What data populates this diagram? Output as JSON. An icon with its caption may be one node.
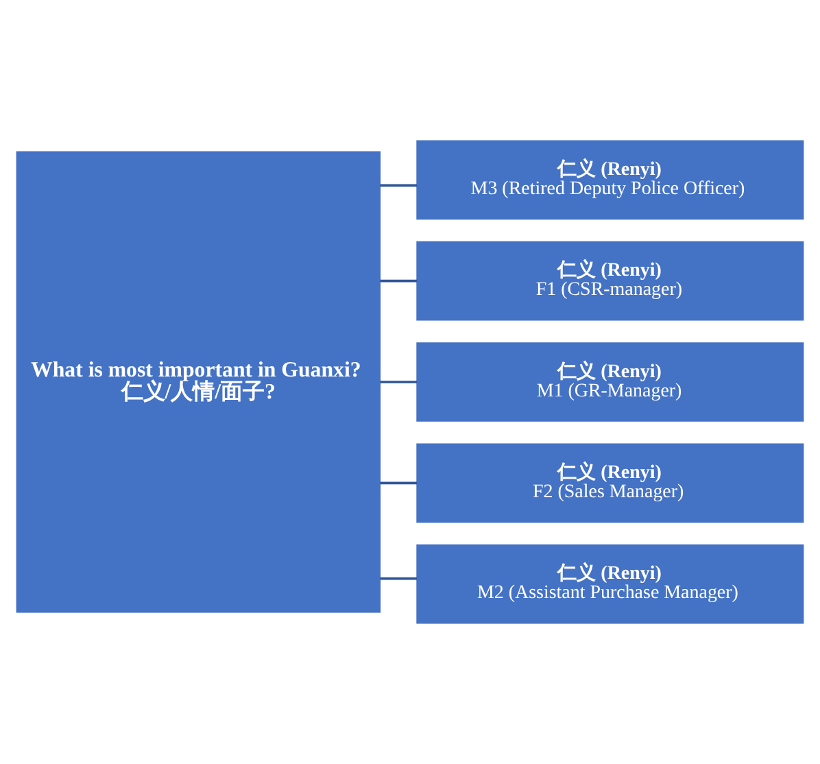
{
  "diagram": {
    "nodes": [
      {
        "text": [
          "What is most important in Guanxi?",
          "仁义/人情/面子?"
        ]
      },
      {
        "text": [
          "仁义 (Renyi)",
          "M3 (Retired Deputy Police Officer)"
        ]
      },
      {
        "text": [
          "仁义 (Renyi)",
          "F1 (CSR-manager)"
        ]
      },
      {
        "text": [
          "仁义 (Renyi)",
          "M1 (GR-Manager)"
        ]
      },
      {
        "text": [
          "仁义 (Renyi)",
          "F2 (Sales Manager)"
        ]
      },
      {
        "text": [
          "仁义 (Renyi)",
          "M2 (Assistant Purchase Manager)"
        ]
      }
    ],
    "edges": [
      {
        "from": 0,
        "to": 1,
        "arrow": "none"
      },
      {
        "from": 0,
        "to": 2,
        "arrow": "none"
      },
      {
        "from": 0,
        "to": 3,
        "arrow": "none"
      },
      {
        "from": 0,
        "to": 4,
        "arrow": "none"
      },
      {
        "from": 0,
        "to": 5,
        "arrow": "none"
      }
    ]
  }
}
